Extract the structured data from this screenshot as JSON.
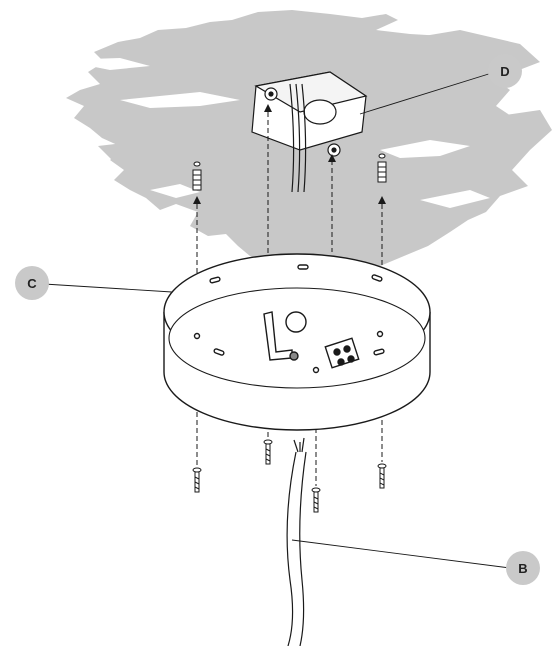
{
  "callouts": {
    "b": "B",
    "c": "C",
    "d": "D"
  },
  "colors": {
    "ceiling": "#c8c8c8",
    "callout_fill": "#c9c9c9",
    "line": "#1a1a1a",
    "background": "#ffffff"
  }
}
